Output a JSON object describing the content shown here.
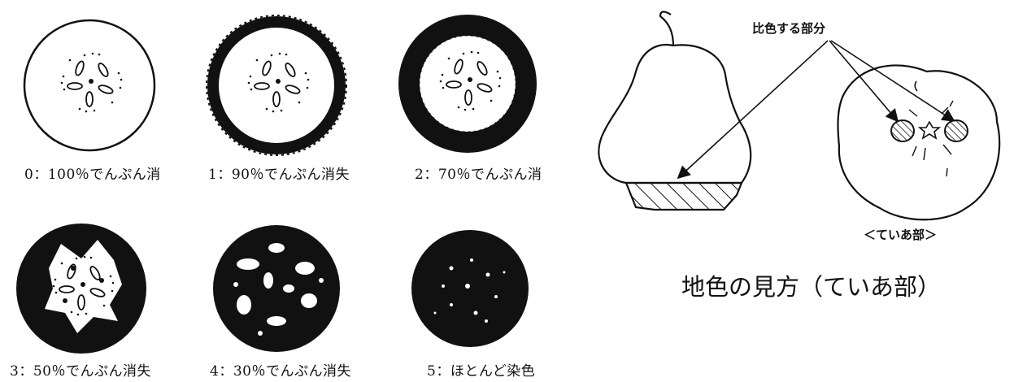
{
  "stages": [
    {
      "caption": "0：100％でんぷん消"
    },
    {
      "caption": "1：90％でんぷん消失"
    },
    {
      "caption": "2：70％でんぷん消"
    },
    {
      "caption": "3：50％でんぷん消失"
    },
    {
      "caption": "4：30％でんぷん消失"
    },
    {
      "caption": "5：ほとんど染色"
    }
  ],
  "diagram": {
    "colored_part_label": "比色する部分",
    "calyx_label": "＜ていあ部＞",
    "title": "地色の見方（ていあ部）"
  }
}
